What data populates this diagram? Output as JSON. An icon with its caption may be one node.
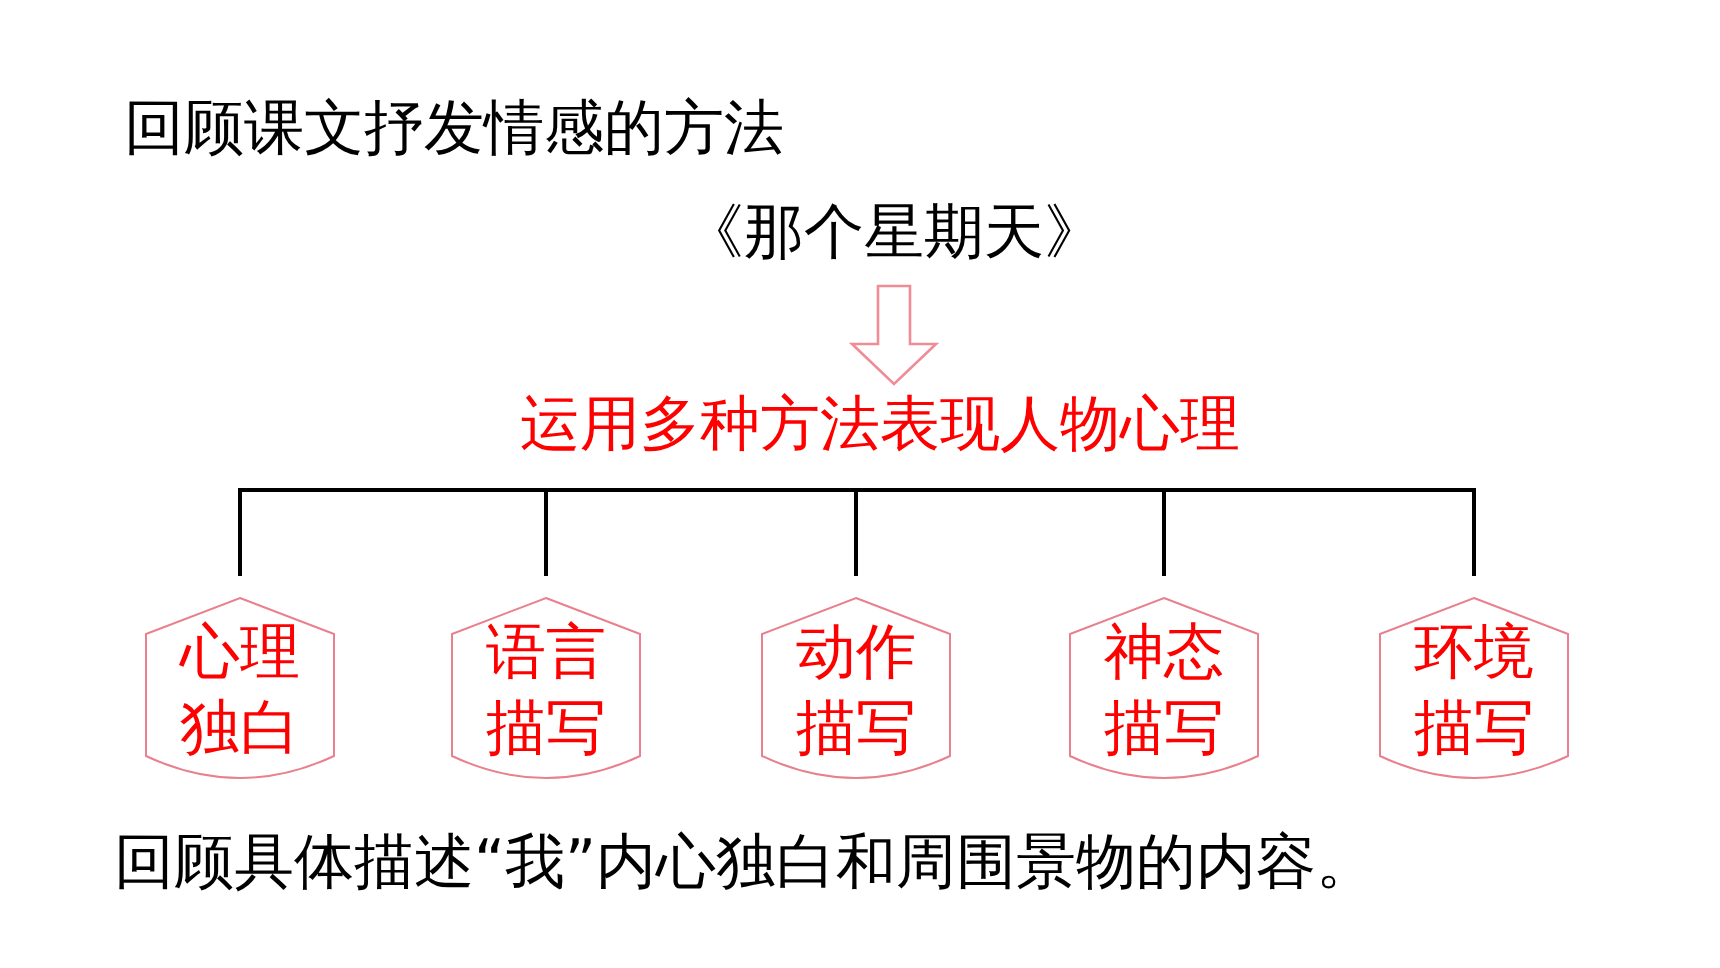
{
  "diagram": {
    "title": "回顾课文抒发情感的方法",
    "nodes": [
      {
        "text": [
          "《那个星期天》"
        ]
      },
      {
        "text": [
          "运用多种方法表现人物心理"
        ]
      },
      {
        "text": [
          "心理独白"
        ]
      },
      {
        "text": [
          "语言描写"
        ]
      },
      {
        "text": [
          "动作描写"
        ]
      },
      {
        "text": [
          "神态描写"
        ]
      },
      {
        "text": [
          "环境描写"
        ]
      }
    ],
    "edges": [
      {
        "from": 0,
        "to": 1,
        "arrow": "to"
      },
      {
        "from": 1,
        "to": 2,
        "arrow": "none"
      },
      {
        "from": 1,
        "to": 3,
        "arrow": "none"
      },
      {
        "from": 1,
        "to": 4,
        "arrow": "none"
      },
      {
        "from": 1,
        "to": 5,
        "arrow": "none"
      },
      {
        "from": 1,
        "to": 6,
        "arrow": "none"
      }
    ],
    "labels": [
      "回顾具体描述“我”内心独白和周围景物的内容。"
    ]
  }
}
